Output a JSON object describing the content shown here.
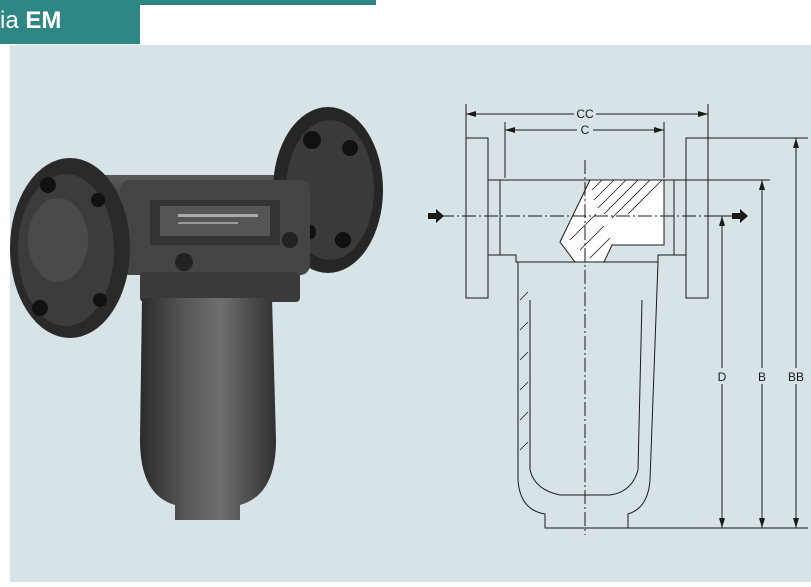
{
  "header": {
    "title_prefix": "ia",
    "title_model": "EM"
  },
  "drawing": {
    "labels": {
      "cc": "CC",
      "c": "C",
      "d": "D",
      "b": "B",
      "bb": "BB"
    }
  },
  "colors": {
    "header_bg": "#2e8784",
    "panel_bg": "#d7e3e7",
    "line": "#1a1a1a"
  }
}
